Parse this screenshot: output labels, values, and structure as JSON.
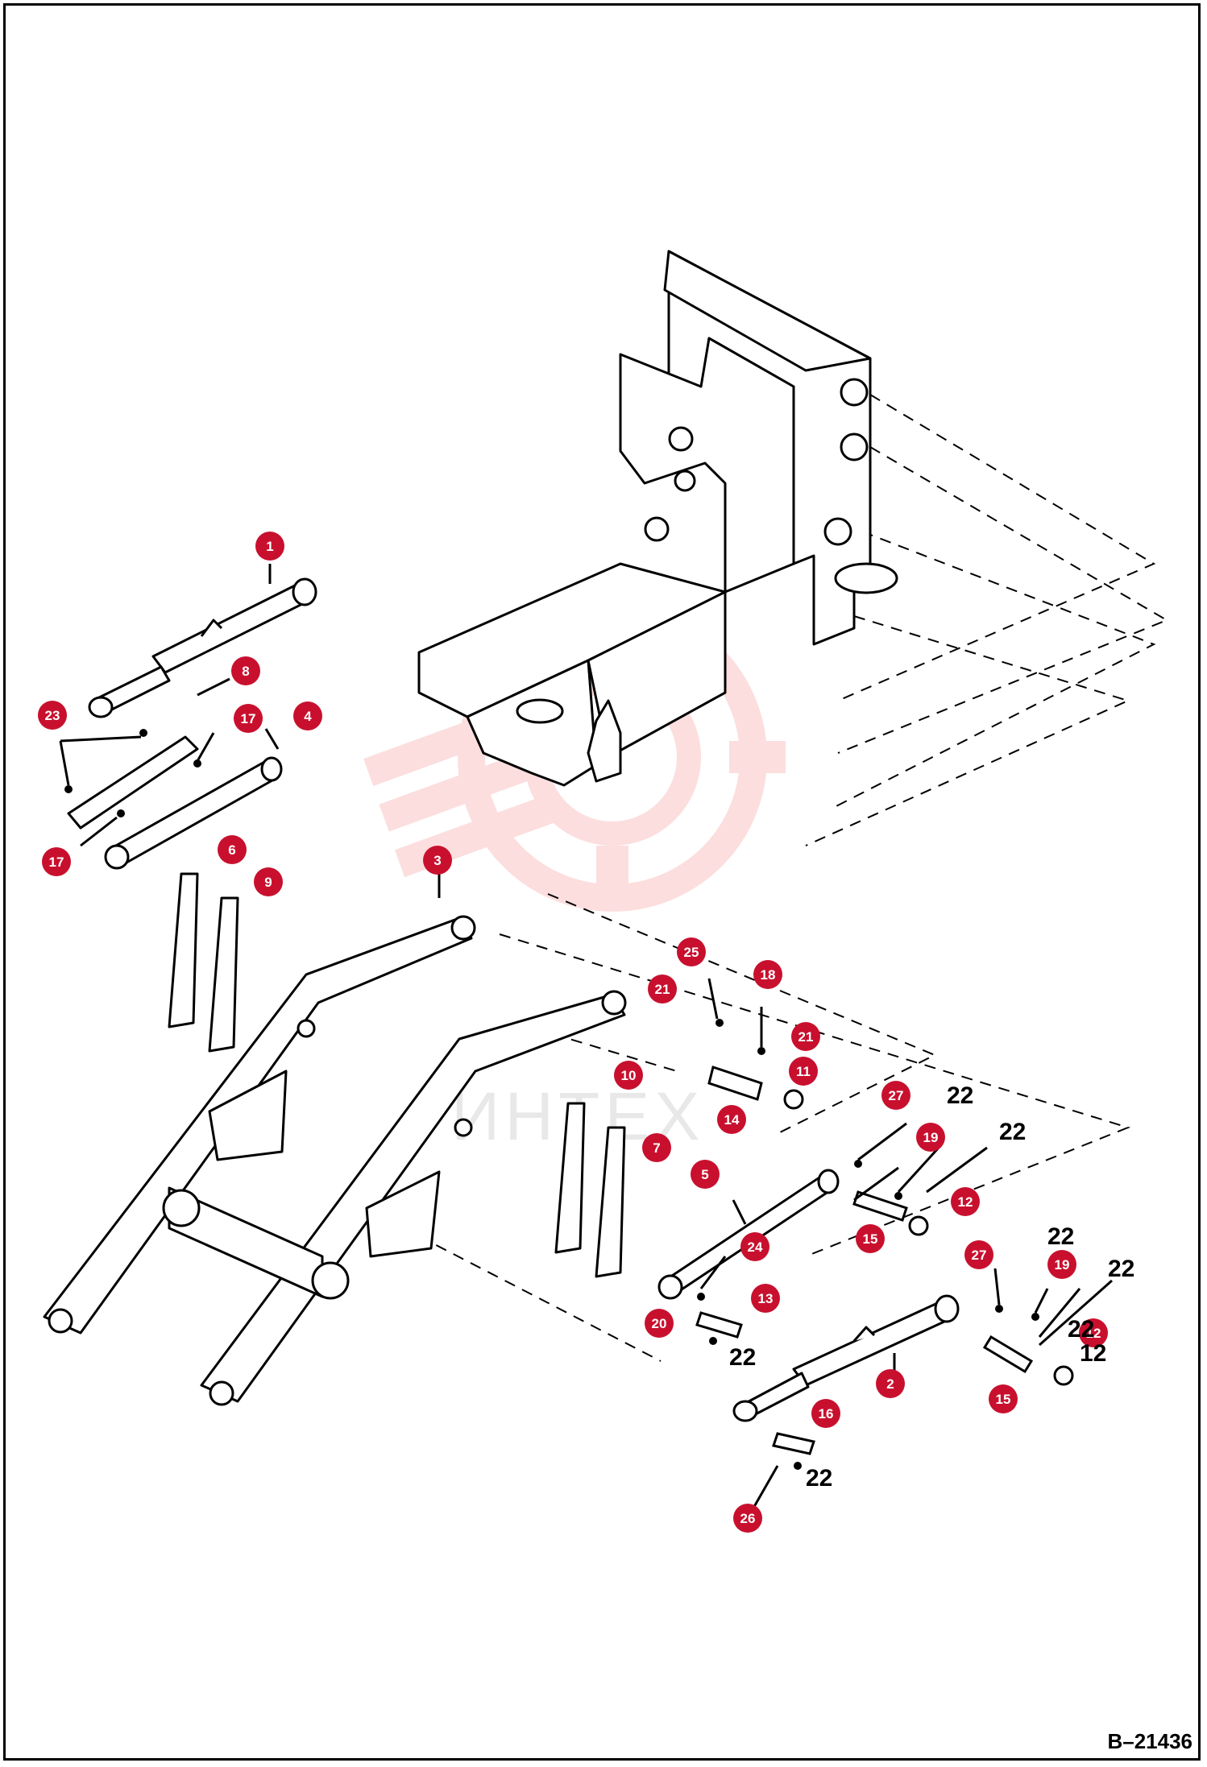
{
  "drawing_id": "B–21436",
  "watermark": {
    "text": "ИНТЕХ",
    "color": "#f26b6b"
  },
  "callout_color": "#c8102e",
  "callouts": [
    {
      "label": "1"
    },
    {
      "label": "23"
    },
    {
      "label": "8"
    },
    {
      "label": "17"
    },
    {
      "label": "4"
    },
    {
      "label": "17"
    },
    {
      "label": "6"
    },
    {
      "label": "9"
    },
    {
      "label": "3"
    },
    {
      "label": "25"
    },
    {
      "label": "18"
    },
    {
      "label": "21"
    },
    {
      "label": "21"
    },
    {
      "label": "10"
    },
    {
      "label": "11"
    },
    {
      "label": "14"
    },
    {
      "label": "27"
    },
    {
      "label": "19"
    },
    {
      "label": "7"
    },
    {
      "label": "5"
    },
    {
      "label": "12"
    },
    {
      "label": "15"
    },
    {
      "label": "24"
    },
    {
      "label": "27"
    },
    {
      "label": "19"
    },
    {
      "label": "13"
    },
    {
      "label": "20"
    },
    {
      "label": "12"
    },
    {
      "label": "2"
    },
    {
      "label": "15"
    },
    {
      "label": "16"
    },
    {
      "label": "26"
    }
  ],
  "bold_labels": [
    {
      "label": "22"
    },
    {
      "label": "22"
    },
    {
      "label": "22"
    },
    {
      "label": "22"
    },
    {
      "label": "22"
    },
    {
      "label": "22"
    },
    {
      "label": "22"
    },
    {
      "label": "12"
    }
  ]
}
